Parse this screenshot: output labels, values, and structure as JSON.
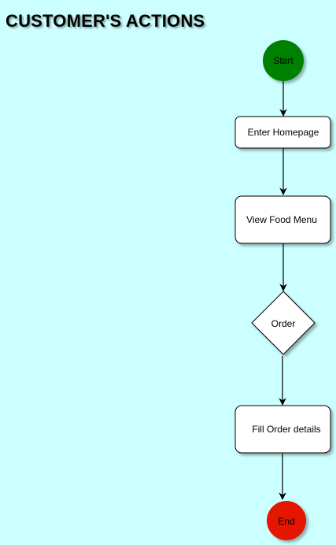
{
  "title": "CUSTOMER'S ACTIONS",
  "nodes": {
    "start": {
      "label": "Start",
      "color": "#008000"
    },
    "homepage": {
      "label": "Enter Homepage"
    },
    "food_menu": {
      "label": "View Food Menu"
    },
    "order": {
      "label": "Order"
    },
    "fill_order": {
      "label": "Fill Order details"
    },
    "end": {
      "label": "End",
      "color": "#e51400"
    }
  },
  "edges": [
    {
      "from": "start",
      "to": "homepage"
    },
    {
      "from": "homepage",
      "to": "food_menu"
    },
    {
      "from": "food_menu",
      "to": "order"
    },
    {
      "from": "order",
      "to": "fill_order"
    },
    {
      "from": "fill_order",
      "to": "end"
    }
  ]
}
